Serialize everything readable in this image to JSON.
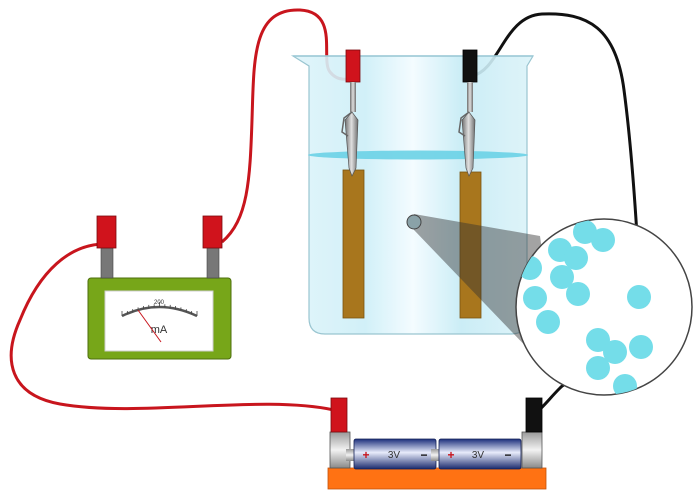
{
  "meter": {
    "scale_value": "200",
    "unit": "mA"
  },
  "battery": {
    "cells": [
      {
        "voltage_label": "3V",
        "plus_sign": "+",
        "minus_sign": "−"
      },
      {
        "voltage_label": "3V",
        "plus_sign": "+",
        "minus_sign": "−"
      }
    ]
  },
  "colors": {
    "positive_wire": "#c8151d",
    "negative_wire": "#111111",
    "meter_case": "#77a619",
    "battery_base": "#ff7213",
    "electrode": "#a8761d",
    "solution_particles": "#74dde9",
    "liquid_surface": "#6ad2e6"
  }
}
